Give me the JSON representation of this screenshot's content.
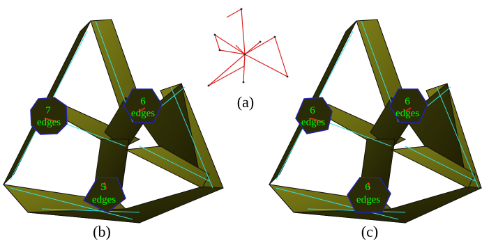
{
  "captions": {
    "a": "(a)",
    "b": "(b)",
    "c": "(c)"
  },
  "panel_b": {
    "labels": [
      {
        "count": "7",
        "word": "edges"
      },
      {
        "count": "6",
        "word": "edges"
      },
      {
        "count": "5",
        "word": "edges"
      }
    ]
  },
  "panel_c": {
    "labels": [
      {
        "count": "6",
        "word": "edges"
      },
      {
        "count": "6",
        "word": "edges"
      },
      {
        "count": "6",
        "word": "edges"
      }
    ]
  },
  "colors": {
    "solid_face": "#6b6b12",
    "solid_dark": "#2a2a05",
    "solid_mid": "#4a4a0a",
    "edge_cyan": "#33dddd",
    "outline_dark": "#101010",
    "cap_outline": "#2222aa",
    "label_green": "#00ff00",
    "skeleton_red": "#dd2222"
  }
}
